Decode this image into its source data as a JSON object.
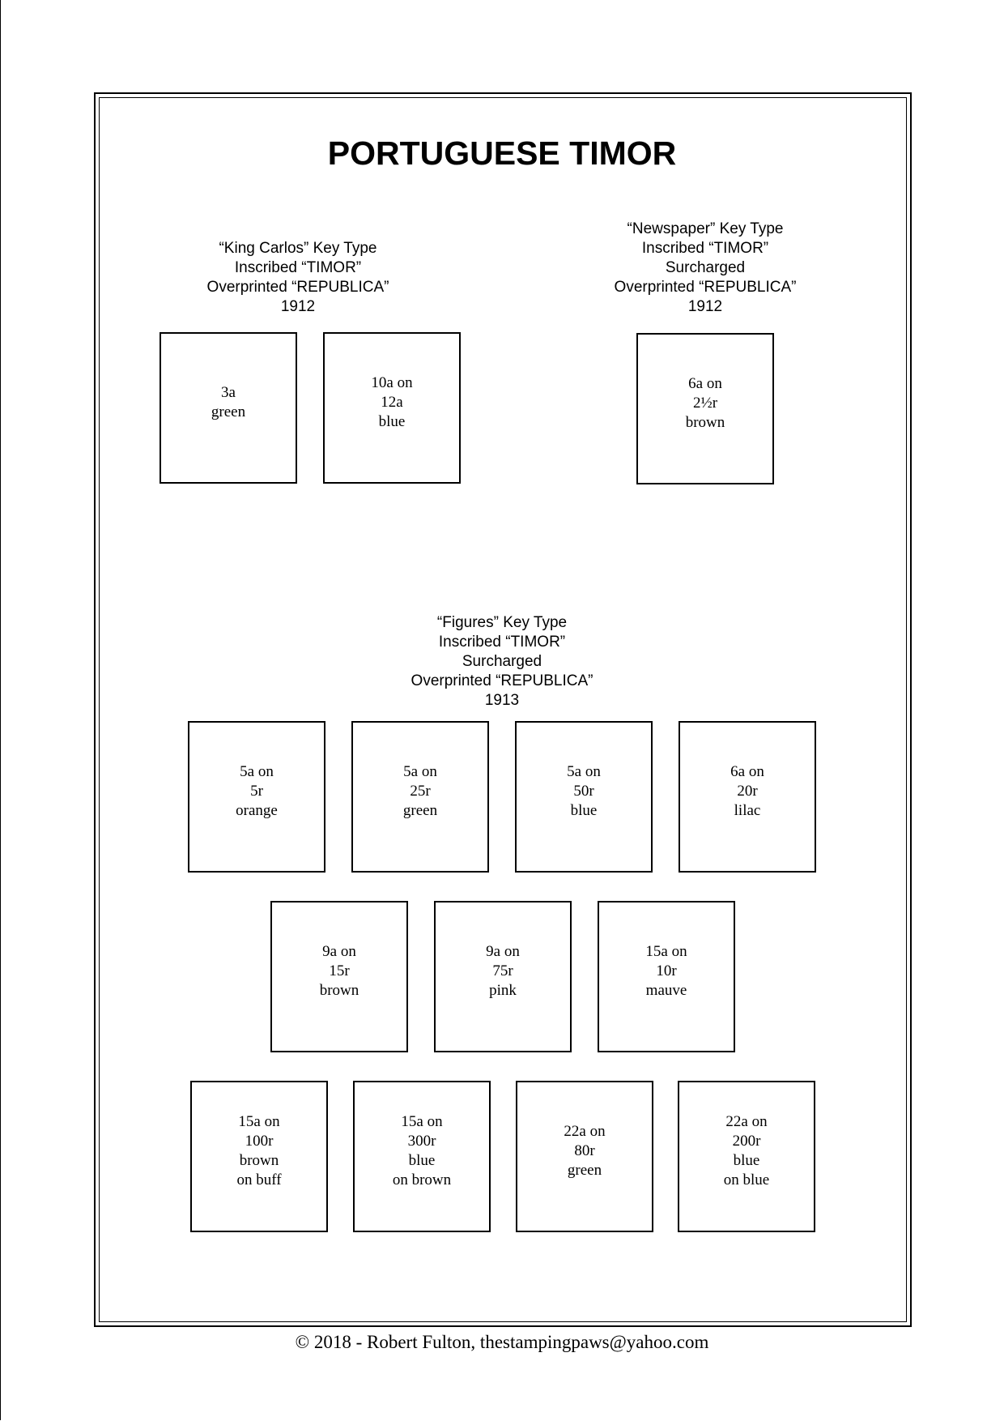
{
  "title": "PORTUGUESE TIMOR",
  "sections": [
    {
      "heading": [
        "“King Carlos” Key Type",
        "Inscribed “TIMOR”",
        "Overprinted “REPUBLICA”",
        "1912"
      ],
      "stamps": [
        {
          "lines": [
            "3a",
            "green"
          ]
        },
        {
          "lines": [
            "10a on",
            "12a",
            "blue"
          ]
        }
      ]
    },
    {
      "heading": [
        "“Newspaper” Key Type",
        "Inscribed “TIMOR”",
        "Surcharged",
        "Overprinted “REPUBLICA”",
        "1912"
      ],
      "stamps": [
        {
          "lines": [
            "6a on",
            "2½r",
            "brown"
          ]
        }
      ]
    },
    {
      "heading": [
        "“Figures” Key Type",
        "Inscribed “TIMOR”",
        "Surcharged",
        "Overprinted “REPUBLICA”",
        "1913"
      ],
      "stamps": [
        {
          "lines": [
            "5a on",
            "5r",
            "orange"
          ]
        },
        {
          "lines": [
            "5a on",
            "25r",
            "green"
          ]
        },
        {
          "lines": [
            "5a on",
            "50r",
            "blue"
          ]
        },
        {
          "lines": [
            "6a on",
            "20r",
            "lilac"
          ]
        },
        {
          "lines": [
            "9a on",
            "15r",
            "brown"
          ]
        },
        {
          "lines": [
            "9a on",
            "75r",
            "pink"
          ]
        },
        {
          "lines": [
            "15a on",
            "10r",
            "mauve"
          ]
        },
        {
          "lines": [
            "15a on",
            "100r",
            "brown",
            "on buff"
          ]
        },
        {
          "lines": [
            "15a on",
            "300r",
            "blue",
            "on brown"
          ]
        },
        {
          "lines": [
            "22a on",
            "80r",
            "green"
          ]
        },
        {
          "lines": [
            "22a on",
            "200r",
            "blue",
            "on blue"
          ]
        }
      ]
    }
  ],
  "footer": "© 2018 -  Robert Fulton, thestampingpaws@yahoo.com"
}
